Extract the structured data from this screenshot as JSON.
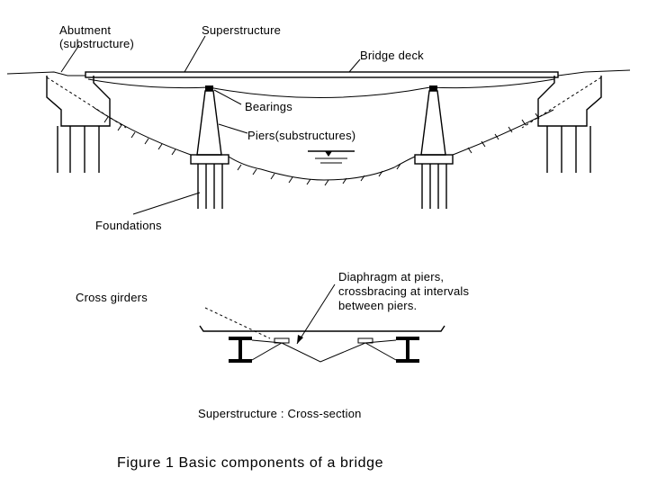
{
  "labels": {
    "abutment_line1": "Abutment",
    "abutment_line2": "(substructure)",
    "superstructure": "Superstructure",
    "bridge_deck": "Bridge deck",
    "bearings": "Bearings",
    "piers": "Piers(substructures)",
    "foundations": "Foundations",
    "cross_girders": "Cross girders",
    "diaphragm_line1": "Diaphragm at piers,",
    "diaphragm_line2": "crossbracing at intervals",
    "diaphragm_line3": "between piers.",
    "cross_section_caption": "Superstructure : Cross-section",
    "figure_caption": "Figure 1  Basic components of a bridge"
  }
}
